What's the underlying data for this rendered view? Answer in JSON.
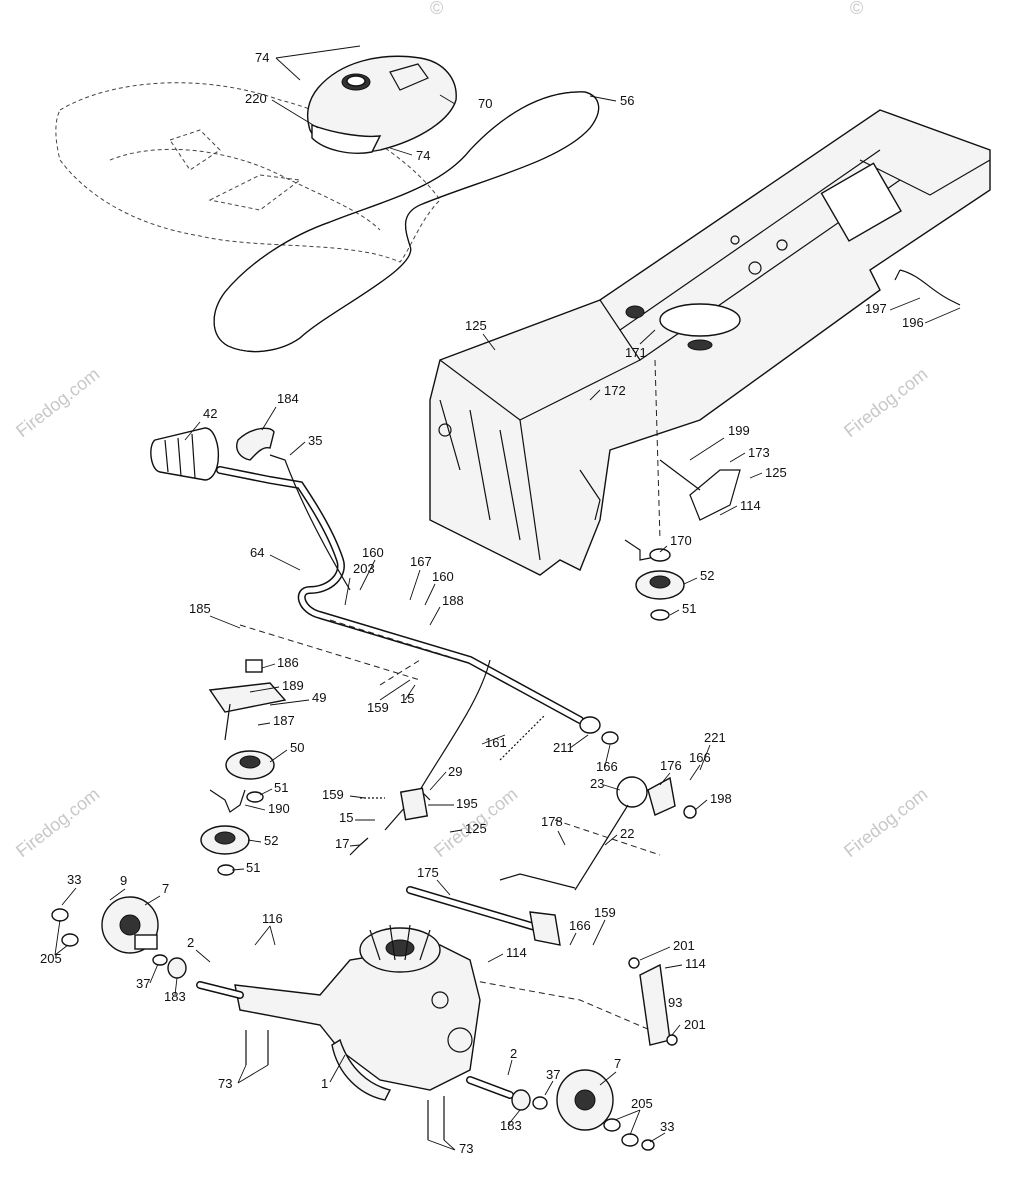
{
  "watermark": "Firedog.com",
  "callouts": [
    "74",
    "70",
    "220",
    "74",
    "56",
    "125",
    "171",
    "197",
    "196",
    "172",
    "42",
    "184",
    "35",
    "199",
    "173",
    "125",
    "114",
    "170",
    "52",
    "51",
    "64",
    "160",
    "203",
    "167",
    "160",
    "188",
    "185",
    "186",
    "189",
    "49",
    "187",
    "50",
    "159",
    "15",
    "161",
    "211",
    "166",
    "221",
    "166",
    "23",
    "176",
    "198",
    "51",
    "190",
    "52",
    "51",
    "159",
    "29",
    "15",
    "195",
    "125",
    "17",
    "178",
    "22",
    "175",
    "33",
    "9",
    "7",
    "205",
    "37",
    "183",
    "116",
    "2",
    "114",
    "166",
    "159",
    "201",
    "114",
    "93",
    "201",
    "73",
    "1",
    "2",
    "37",
    "7",
    "205",
    "33",
    "183",
    "73"
  ]
}
